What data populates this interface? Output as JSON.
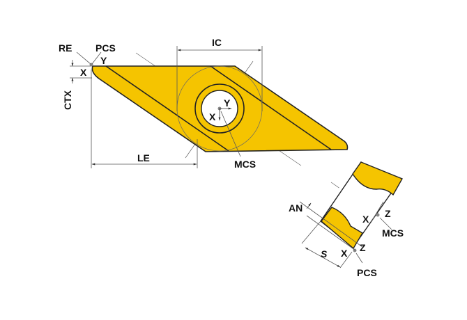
{
  "colors": {
    "insert": "#F5C400",
    "outline": "#222222"
  },
  "top_view": {
    "labels": {
      "re": "RE",
      "pcs": "PCS",
      "y": "Y",
      "x": "X",
      "ctx": "CTX",
      "ic": "IC",
      "le": "LE",
      "mcs": "MCS",
      "mcs_y": "Y",
      "mcs_x": "X"
    }
  },
  "side_view": {
    "labels": {
      "an": "AN",
      "s": "S",
      "mcs": "MCS",
      "mcs_x": "X",
      "mcs_z": "Z",
      "pcs": "PCS",
      "pcs_x": "X",
      "pcs_z": "Z"
    }
  }
}
